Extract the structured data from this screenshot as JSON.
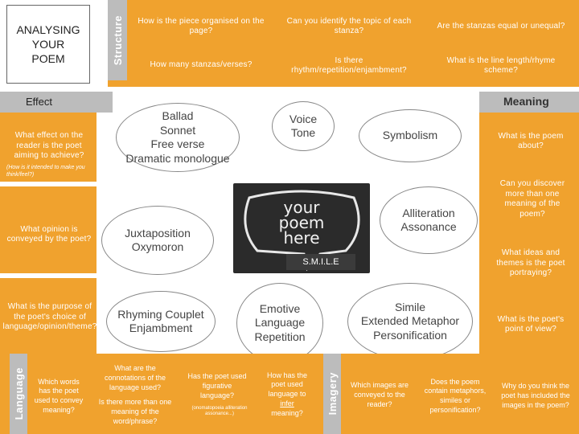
{
  "title": {
    "line1": "ANALYSING",
    "line2": "YOUR",
    "line3": "POEM"
  },
  "structure": {
    "label": "Structure",
    "q_organised": "How is the piece organised on the page?",
    "q_stanzas": "How many stanzas/verses?",
    "q_topic": "Can you identify the topic of each stanza?",
    "q_rhythm": "Is there rhythm/repetition/enjambment?",
    "q_equal": "Are the stanzas equal or unequal?",
    "q_rhyme": "What is the line length/rhyme scheme?"
  },
  "effect": {
    "heading": "Effect",
    "q_effect": "What effect on the reader is the poet aiming to achieve?",
    "q_effect_note": "(How is it intended to make you think/feel?)",
    "q_opinion": "What opinion is conveyed by the poet?",
    "q_purpose": "What is the purpose of the poet's choice of language/opinion/theme?"
  },
  "meaning": {
    "heading": "Meaning",
    "q_about": "What is the poem about?",
    "q_discover": "Can you discover more than one meaning of the poem?",
    "q_ideas": "What ideas and themes is the poet portraying?",
    "q_view": "What is the poet's point of view?"
  },
  "bubbles": {
    "forms": {
      "l1": "Ballad",
      "l2": "Sonnet",
      "l3": "Free verse",
      "l4": "Dramatic monologue"
    },
    "voice": {
      "l1": "Voice",
      "l2": "Tone"
    },
    "symbolism": "Symbolism",
    "alliteration": {
      "l1": "Alliteration",
      "l2": "Assonance"
    },
    "juxtaposition": {
      "l1": "Juxtaposition",
      "l2": "Oxymoron"
    },
    "rhyming": {
      "l1": "Rhyming Couplet",
      "l2": "Enjambment"
    },
    "emotive": {
      "l1": "Emotive",
      "l2": "Language",
      "l3": "Repetition"
    },
    "simile": {
      "l1": "Simile",
      "l2": "Extended Metaphor",
      "l3": "Personification"
    }
  },
  "center": {
    "chalk_l1": "your",
    "chalk_l2": "poem",
    "chalk_l3": "here",
    "smile": "S.M.I.L.E"
  },
  "language": {
    "label": "Language",
    "q_words": "Which words has the poet used to convey meaning?",
    "q_connotations": "What are the connotations of the language used?",
    "q_repetition": "Is there more than one meaning of the word/phrase?",
    "q_figurative": "Has the poet used figurative language?",
    "q_figurative_note": "(onomatopoeia alliteration assonance...)",
    "q_infer_pre": "How has the poet used language to",
    "q_infer_link": "infer",
    "q_infer_post": "meaning?"
  },
  "imagery": {
    "label": "Imagery",
    "q_images": "Which images are conveyed to the reader?",
    "q_metaphors": "Does the poem contain metaphors, similes or personification?",
    "q_why": "Why do you think the poet has included the images in the poem?"
  },
  "colors": {
    "orange": "#f0a22e",
    "grey": "#bcbcbc",
    "dark": "#3b3b3b"
  }
}
